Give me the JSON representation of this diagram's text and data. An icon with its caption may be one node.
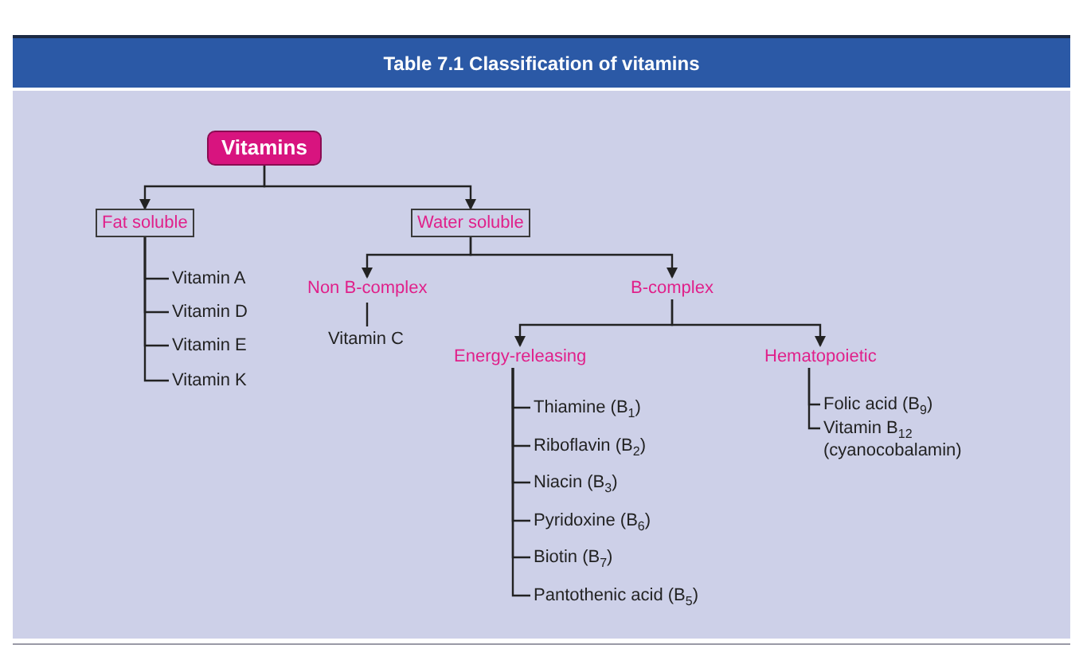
{
  "diagram": {
    "title": "Table 7.1 Classification of vitamins",
    "nodes": [
      {
        "text": [
          "Vitamins"
        ]
      },
      {
        "text": [
          "Fat soluble"
        ]
      },
      {
        "text": [
          "Water soluble"
        ]
      },
      {
        "text": [
          "Vitamin A"
        ]
      },
      {
        "text": [
          "Vitamin D"
        ]
      },
      {
        "text": [
          "Vitamin E"
        ]
      },
      {
        "text": [
          "Vitamin K"
        ]
      },
      {
        "text": [
          "Non B-complex"
        ]
      },
      {
        "text": [
          "Vitamin C"
        ]
      },
      {
        "text": [
          "B-complex"
        ]
      },
      {
        "text": [
          "Energy-releasing"
        ]
      },
      {
        "text": [
          "Hematopoietic"
        ]
      },
      {
        "text": [
          "Thiamine (B$_{1}$)"
        ]
      },
      {
        "text": [
          "Riboflavin (B$_{2}$)"
        ]
      },
      {
        "text": [
          "Niacin (B$_{3}$)"
        ]
      },
      {
        "text": [
          "Pyridoxine (B$_{6}$)"
        ]
      },
      {
        "text": [
          "Biotin (B$_{7}$)"
        ]
      },
      {
        "text": [
          "Pantothenic acid (B$_{5}$)"
        ]
      },
      {
        "text": [
          "Folic acid (B$_{9}$)"
        ]
      },
      {
        "text": [
          "Vitamin B$_{12}$ (cyanocobalamin)"
        ]
      }
    ],
    "edges": [
      {
        "from": 0,
        "to": 1,
        "arrow": "to"
      },
      {
        "from": 0,
        "to": 2,
        "arrow": "to"
      },
      {
        "from": 1,
        "to": 3,
        "arrow": "none"
      },
      {
        "from": 1,
        "to": 4,
        "arrow": "none"
      },
      {
        "from": 1,
        "to": 5,
        "arrow": "none"
      },
      {
        "from": 1,
        "to": 6,
        "arrow": "none"
      },
      {
        "from": 2,
        "to": 7,
        "arrow": "to"
      },
      {
        "from": 2,
        "to": 9,
        "arrow": "to"
      },
      {
        "from": 7,
        "to": 8,
        "arrow": "none"
      },
      {
        "from": 9,
        "to": 10,
        "arrow": "to"
      },
      {
        "from": 9,
        "to": 11,
        "arrow": "to"
      },
      {
        "from": 10,
        "to": 12,
        "arrow": "none"
      },
      {
        "from": 10,
        "to": 13,
        "arrow": "none"
      },
      {
        "from": 10,
        "to": 14,
        "arrow": "none"
      },
      {
        "from": 10,
        "to": 15,
        "arrow": "none"
      },
      {
        "from": 10,
        "to": 16,
        "arrow": "none"
      },
      {
        "from": 10,
        "to": 17,
        "arrow": "none"
      },
      {
        "from": 11,
        "to": 18,
        "arrow": "none"
      },
      {
        "from": 11,
        "to": 19,
        "arrow": "none"
      }
    ]
  }
}
